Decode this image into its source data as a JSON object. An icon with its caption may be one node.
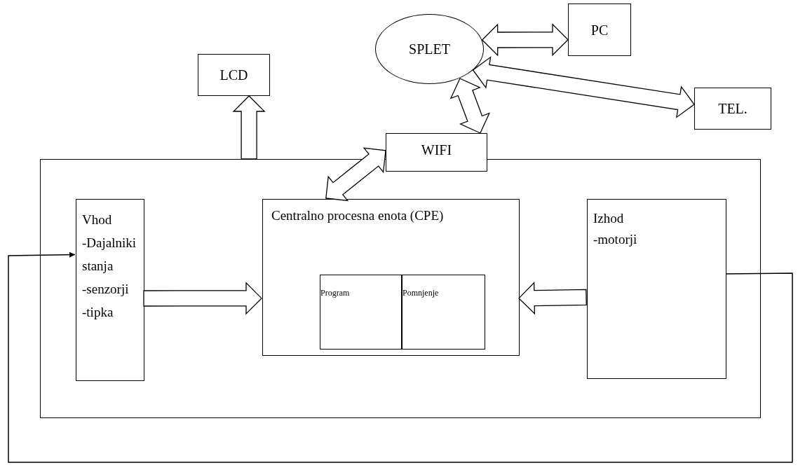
{
  "diagram": {
    "nodes": [
      {
        "text": [
          "SPLET"
        ]
      },
      {
        "text": [
          "PC"
        ]
      },
      {
        "text": [
          "LCD"
        ]
      },
      {
        "text": [
          "TEL."
        ]
      },
      {
        "text": [
          "WIFI"
        ]
      },
      {
        "text": [],
        "shape": "box"
      },
      {
        "text": [
          "Vhod",
          "-Dajalniki stanja",
          "-senzorji",
          "-tipka"
        ],
        "in": 5
      },
      {
        "text": [
          "Centralno procesna enota (CPE)"
        ],
        "in": 5
      },
      {
        "text": [
          "Program"
        ],
        "in": 7
      },
      {
        "text": [
          "Pomnjenje"
        ],
        "in": 7
      },
      {
        "text": [
          "Izhod",
          "-motorji"
        ],
        "in": 5
      }
    ],
    "edges": [
      {
        "from": 5,
        "to": 2,
        "arrow": "to",
        "style": "thick"
      },
      {
        "from": 7,
        "to": 4,
        "arrow": "both",
        "style": "thick"
      },
      {
        "from": 4,
        "to": 0,
        "arrow": "both",
        "style": "thick"
      },
      {
        "from": 0,
        "to": 1,
        "arrow": "both",
        "style": "thick"
      },
      {
        "from": 0,
        "to": 3,
        "arrow": "both",
        "style": "thick"
      },
      {
        "from": 6,
        "to": 7,
        "arrow": "to",
        "style": "thick"
      },
      {
        "from": 10,
        "to": 7,
        "arrow": "to",
        "style": "thick"
      },
      {
        "from": 10,
        "to": 6,
        "arrow": "to"
      }
    ]
  }
}
